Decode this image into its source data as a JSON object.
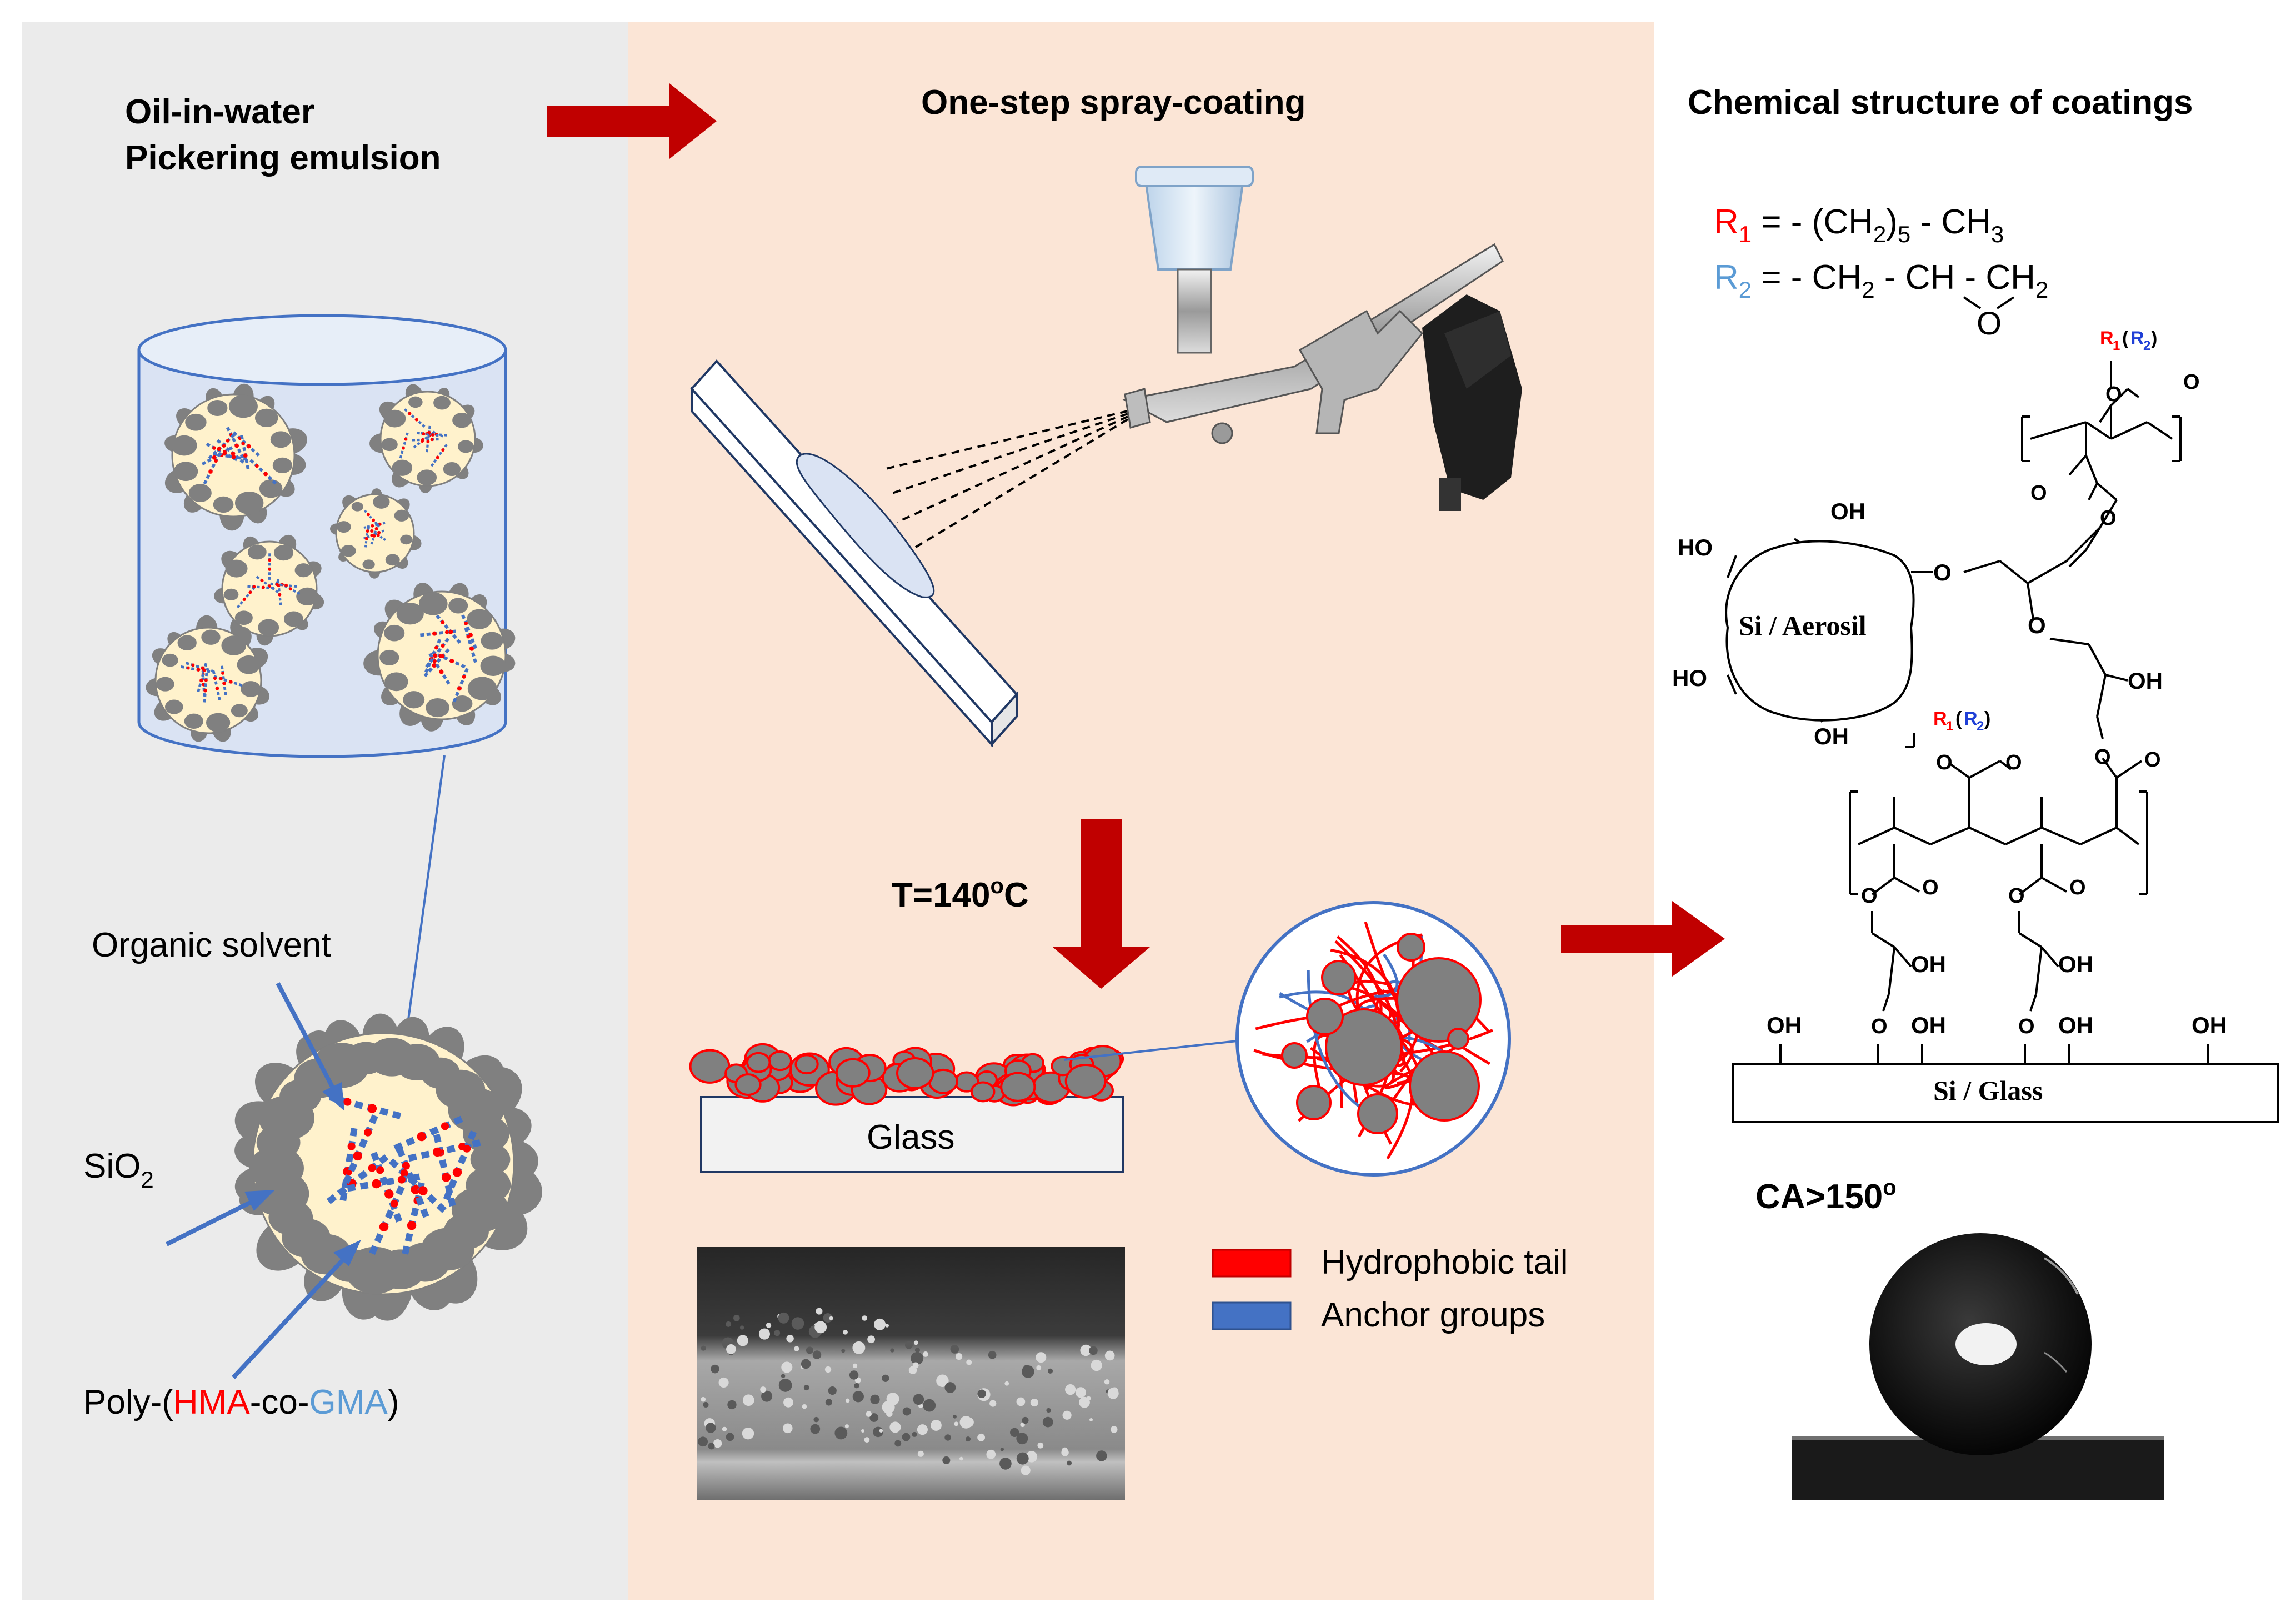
{
  "panels": {
    "left": {
      "title_line1": "Oil-in-water",
      "title_line2": "Pickering emulsion",
      "label_organic_solvent": "Organic solvent",
      "label_sio2_base": "SiO",
      "label_sio2_sub": "2",
      "label_polymer_prefix": "Poly-(",
      "label_polymer_hma": "HMA",
      "label_polymer_mid": "-co-",
      "label_polymer_gma": "GMA",
      "label_polymer_suffix": ")"
    },
    "middle": {
      "title": "One-step spray-coating",
      "temperature_prefix": "T=140",
      "temperature_sup": "o",
      "temperature_unit": "C",
      "glass_label": "Glass",
      "legend": [
        {
          "label": "Hydrophobic tail",
          "color": "#ff0000"
        },
        {
          "label": "Anchor groups",
          "color": "#4472c4"
        }
      ]
    },
    "right": {
      "title": "Chemical structure of coatings",
      "r1_label": "R",
      "r1_sub": "1",
      "r1_formula": " = - (CH",
      "r1_sub2": "2",
      "r1_sub3": "5",
      "r1_end": " - CH",
      "r1_sub4": "3",
      "r2_label": "R",
      "r2_sub": "2",
      "r2_formula": " = - CH",
      "r2_sub2": "2",
      "r2_mid": " - CH - CH",
      "r2_sub3": "2",
      "epoxide_o": "O",
      "aerosil_label": "Si / Aerosil",
      "glass_label": "Si / Glass",
      "ho": "HO",
      "oh": "OH",
      "o": "O",
      "r_group": "R",
      "r_group_sub": "1",
      "r2_group": "R",
      "r2_group_sub": "2",
      "ca_prefix": "CA>150",
      "ca_sup": "o"
    }
  },
  "colors": {
    "left_bg": "#ebebeb",
    "middle_bg": "#fbe5d6",
    "arrow": "#c00000",
    "hydrophobic": "#ff0000",
    "anchor": "#4472c4",
    "r1_text": "#ff0000",
    "r2_text": "#5b9bd5",
    "droplet_fill": "#fff2cc",
    "particle": "#808080",
    "beaker_fill": "#dae3f3",
    "beaker_stroke": "#4472c4"
  }
}
